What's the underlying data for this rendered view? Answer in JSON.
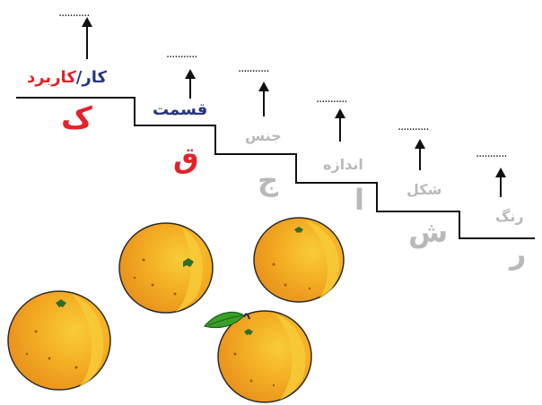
{
  "placeholder": "...........",
  "steps": {
    "kar": {
      "word_a": "کار",
      "separator": "/",
      "word_b": "کاربرد",
      "letter": "ک"
    },
    "qesmat": {
      "word": "قسمت",
      "letter": "ق"
    },
    "jens": {
      "word": "جنس",
      "letter": "ج"
    },
    "andaze": {
      "word": "اندازه",
      "letter": "ا"
    },
    "shekl": {
      "word": "شکل",
      "letter": "ش"
    },
    "rang": {
      "word": "رنگ",
      "letter": "ر"
    }
  },
  "colors": {
    "primary_word": "#27367e",
    "accent_word": "#e3222b",
    "inactive_word": "#b9b9b9",
    "line": "#111111",
    "orange_fill": "#f2a11a",
    "orange_highlight": "#f8cc3a",
    "leaf": "#3aa02a"
  },
  "illustration": {
    "object": "oranges",
    "count": 4
  }
}
